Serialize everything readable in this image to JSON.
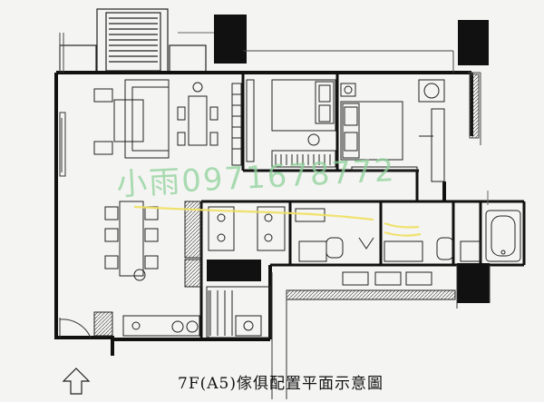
{
  "caption": "7F(A5)傢俱配置平面示意圖",
  "watermark": "小雨0971678772",
  "colors": {
    "wall": "#111111",
    "line": "#222222",
    "watermark": "#8fd29b",
    "highlight_path": "#f0e060",
    "paper": "#f4f4f2"
  },
  "icons": {
    "north_arrow": "up-arrow-outline"
  }
}
